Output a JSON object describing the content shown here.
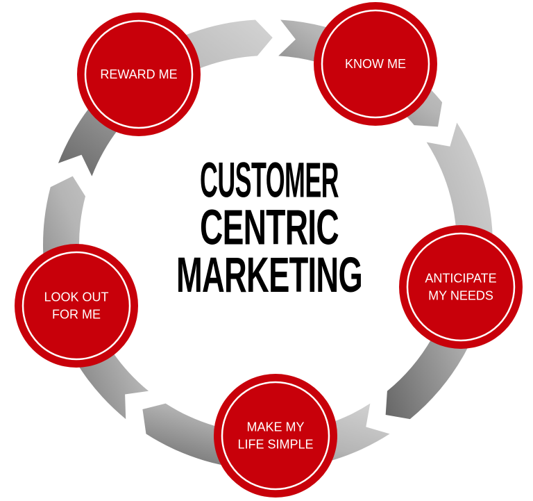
{
  "title": {
    "lines": [
      "CUSTOMER",
      "CENTRIC",
      "MARKETING"
    ]
  },
  "colors": {
    "node_fill": "#c8000a",
    "node_ring": "#ffffff",
    "cycle_light": "#cfcfcf",
    "cycle_dark": "#6e6e6e",
    "title": "#000000"
  },
  "nodes": [
    {
      "id": "know-me",
      "lines": [
        "KNOW ME"
      ]
    },
    {
      "id": "anticipate-my-needs",
      "lines": [
        "ANTICIPATE",
        "MY NEEDS"
      ]
    },
    {
      "id": "make-my-life-simple",
      "lines": [
        "MAKE MY",
        "LIFE SIMPLE"
      ]
    },
    {
      "id": "look-out-for-me",
      "lines": [
        "LOOK OUT",
        "FOR ME"
      ]
    },
    {
      "id": "reward-me",
      "lines": [
        "REWARD ME"
      ]
    }
  ]
}
